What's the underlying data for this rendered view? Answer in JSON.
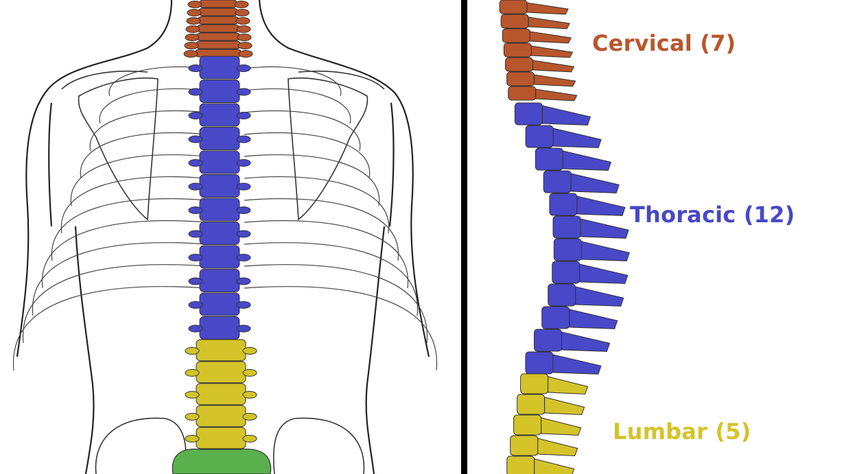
{
  "colors": {
    "cervical": "#b8562c",
    "thoracic": "#4848c8",
    "lumbar": "#d4c42a",
    "sacral": "#5ab04c",
    "divider": "#000000",
    "outline": "#222222"
  },
  "labels": {
    "cervical": "Cervical (7)",
    "thoracic": "Thoracic (12)",
    "lumbar": "Lumbar (5)"
  },
  "regions": {
    "cervical_count": 7,
    "thoracic_count": 12,
    "lumbar_count": 5
  }
}
